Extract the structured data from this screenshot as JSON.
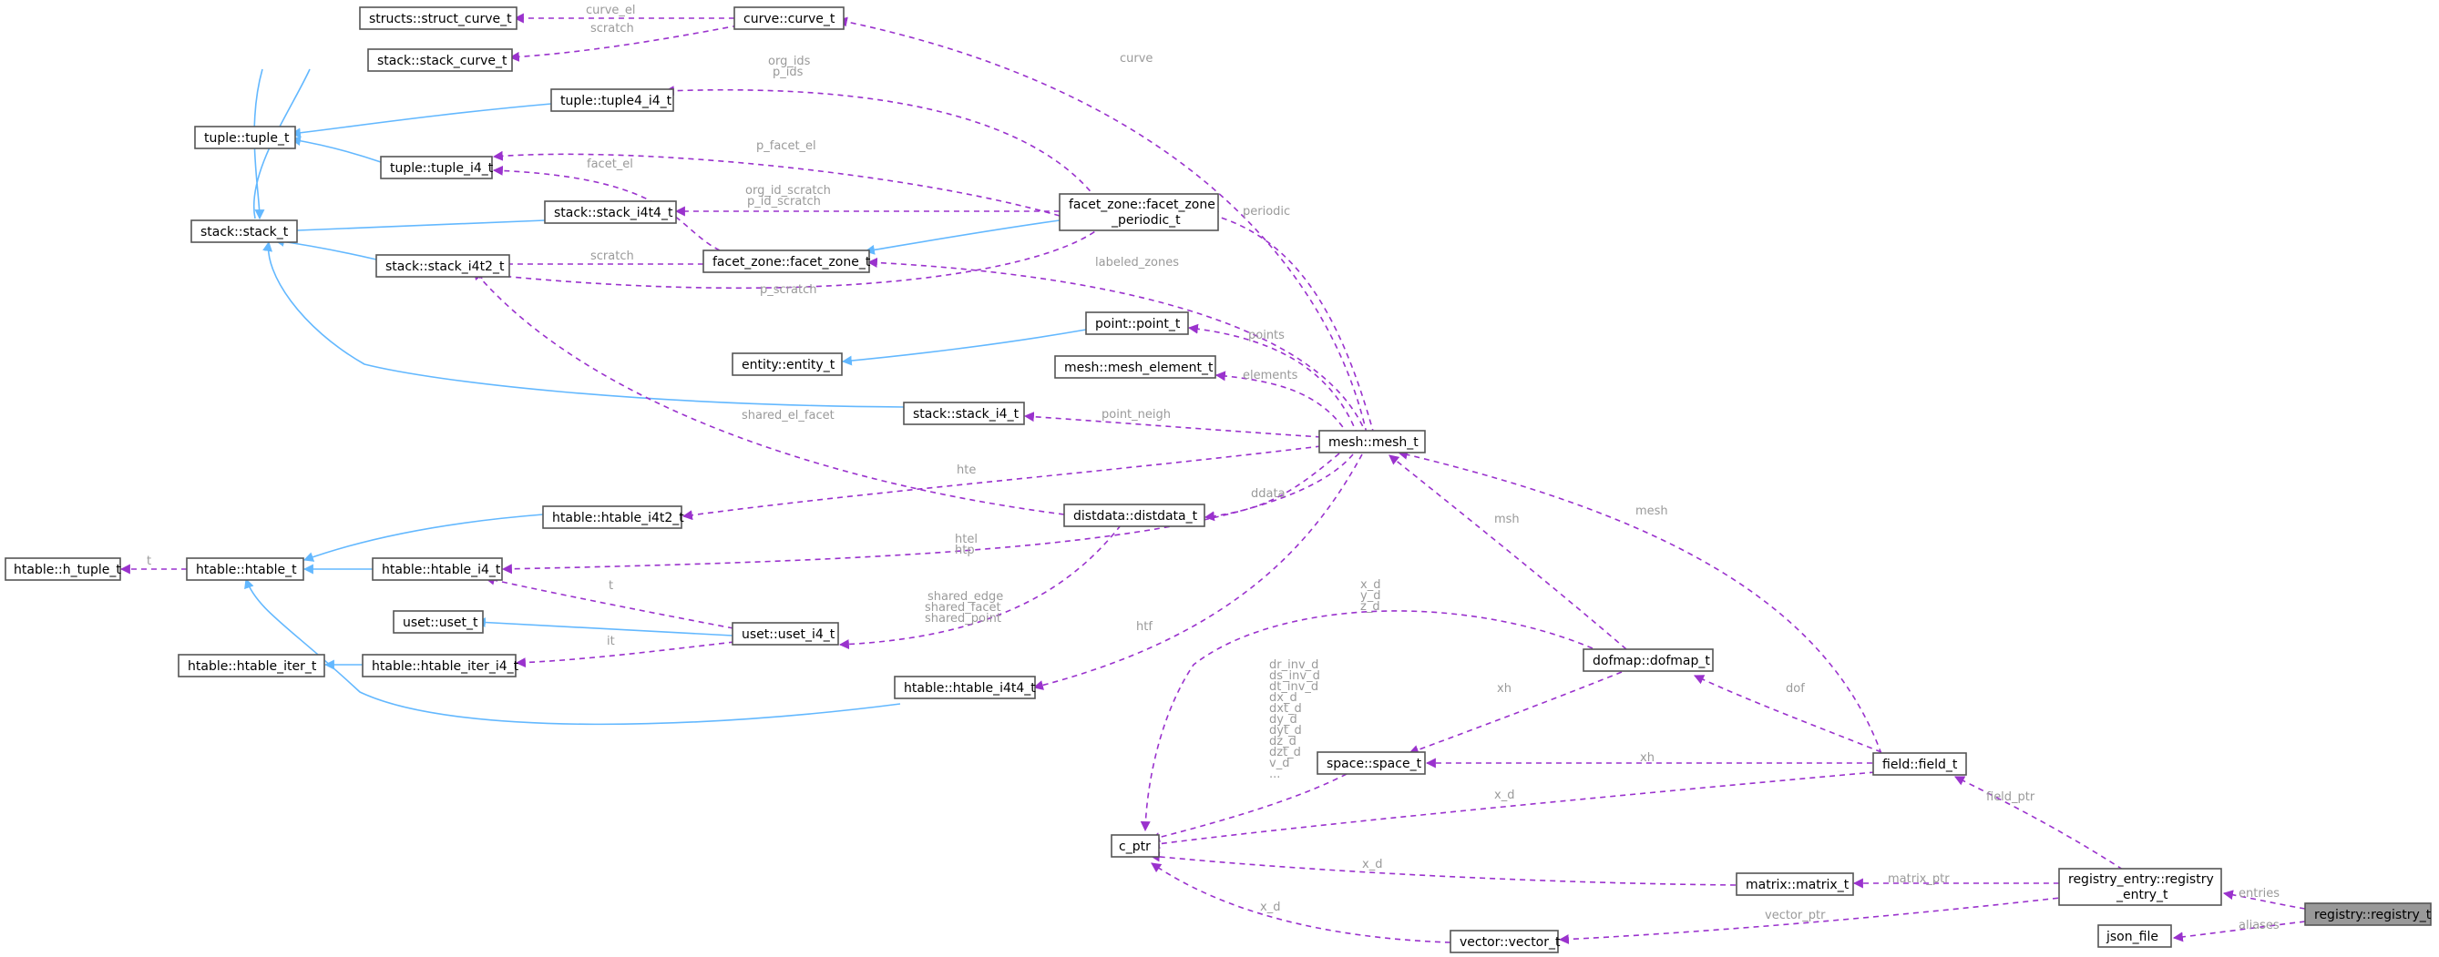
{
  "colors": {
    "inheritance_edge": "#63b8ff",
    "member_edge": "#9a32cd",
    "edge_label": "#9a9a9a",
    "focus_node_fill": "#999999"
  },
  "nodes": {
    "registry_t": "registry::registry_t",
    "registry_entry_t": [
      "registry_entry::registry",
      "_entry_t"
    ],
    "json_file": "json_file",
    "field_t": "field::field_t",
    "matrix_t": "matrix::matrix_t",
    "vector_t": "vector::vector_t",
    "c_ptr": "c_ptr",
    "space_t": "space::space_t",
    "dofmap_t": "dofmap::dofmap_t",
    "mesh_t": "mesh::mesh_t",
    "curve_t": "curve::curve_t",
    "struct_curve_t": "structs::struct_curve_t",
    "stack_curve_t": "stack::stack_curve_t",
    "tuple4_i4_t": "tuple::tuple4_i4_t",
    "tuple_t": "tuple::tuple_t",
    "tuple_i4_t": "tuple::tuple_i4_t",
    "stack_t": "stack::stack_t",
    "stack_i4t4_t": "stack::stack_i4t4_t",
    "stack_i4t2_t": "stack::stack_i4t2_t",
    "facet_zone_periodic_t": [
      "facet_zone::facet_zone",
      "_periodic_t"
    ],
    "facet_zone_t": "facet_zone::facet_zone_t",
    "point_t": "point::point_t",
    "entity_t": "entity::entity_t",
    "mesh_element_t": "mesh::mesh_element_t",
    "stack_i4_t": "stack::stack_i4_t",
    "htable_i4t2_t": "htable::htable_i4t2_t",
    "distdata_t": "distdata::distdata_t",
    "h_tuple_t": "htable::h_tuple_t",
    "htable_t": "htable::htable_t",
    "htable_i4_t": "htable::htable_i4_t",
    "uset_t": "uset::uset_t",
    "uset_i4_t": "uset::uset_i4_t",
    "htable_iter_t": "htable::htable_iter_t",
    "htable_iter_i4_t": "htable::htable_iter_i4_t",
    "htable_i4t4_t": "htable::htable_i4t4_t"
  },
  "edge_labels": {
    "entries": "entries",
    "aliases": "aliases",
    "field_ptr": "field_ptr",
    "matrix_ptr": "matrix_ptr",
    "vector_ptr": "vector_ptr",
    "dof": "dof",
    "xh_field": "xh",
    "x_d_field": "x_d",
    "mesh_field": "mesh",
    "x_d_matrix": "x_d",
    "x_d_vector": "x_d",
    "space_cptr": [
      "dr_inv_d",
      "ds_inv_d",
      "dt_inv_d",
      "dx_d",
      "dxt_d",
      "dy_d",
      "dyt_d",
      "dz_d",
      "dzt_d",
      "v_d",
      "..."
    ],
    "dofmap_cptr": [
      "x_d",
      "y_d",
      "z_d"
    ],
    "xh_dofmap": "xh",
    "mesh_dofmap": "msh",
    "curve": "curve",
    "curve_el": "curve_el",
    "scratch_curve": "scratch",
    "org_ids": [
      "org_ids",
      "p_ids"
    ],
    "p_facet_el": "p_facet_el",
    "facet_el": "facet_el",
    "org_id_scratch": [
      "org_id_scratch",
      "p_id_scratch"
    ],
    "scratch_fz": "scratch",
    "p_scratch": "p_scratch",
    "periodic": "periodic",
    "labeled_zones": "labeled_zones",
    "points": "points",
    "elements": "elements",
    "point_neigh": "point_neigh",
    "shared_el_facet": "shared_el_facet",
    "hte": "hte",
    "ddata": "ddata",
    "htel_htp": [
      "htel",
      "htp"
    ],
    "shared_uset": [
      "shared_edge",
      "shared_facet",
      "shared_point"
    ],
    "htf": "htf",
    "t_h_tuple": "t",
    "t_uset": "t",
    "it": "it"
  }
}
